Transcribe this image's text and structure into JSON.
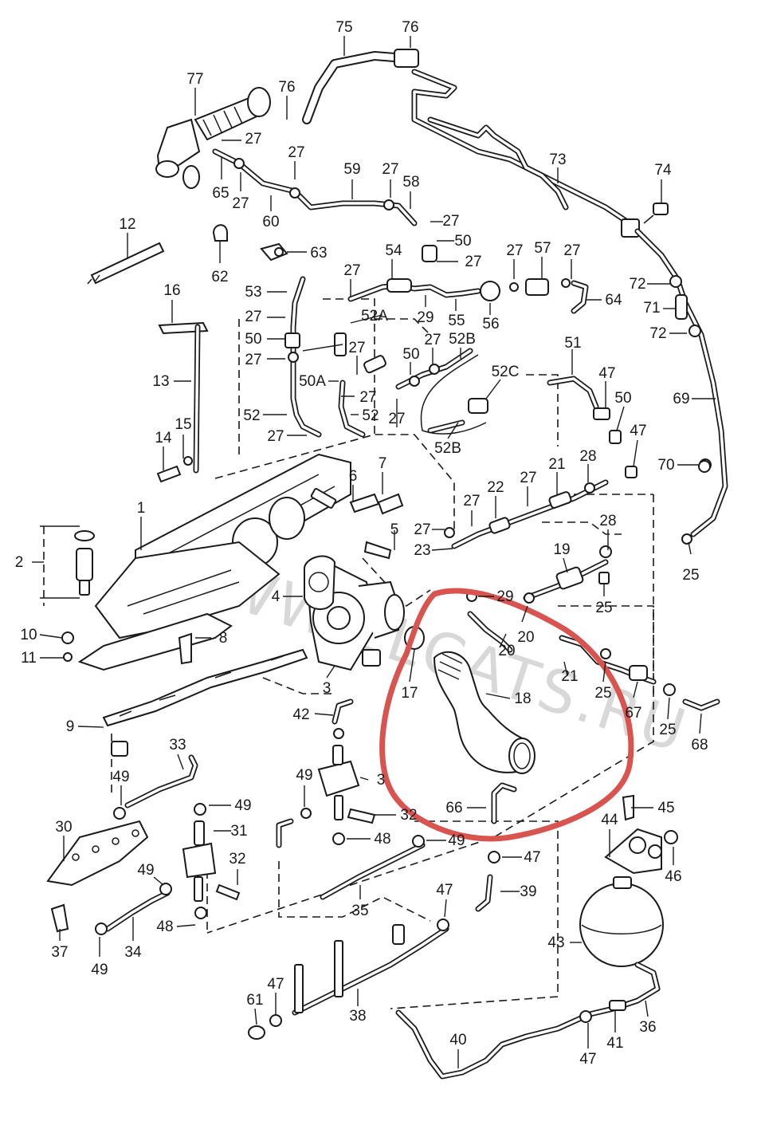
{
  "watermark": "WWW.ELCATS.RU",
  "highlight_color": "#d9534f",
  "callouts": [
    {
      "id": "c75",
      "text": "75"
    },
    {
      "id": "c76a",
      "text": "76"
    },
    {
      "id": "c77",
      "text": "77"
    },
    {
      "id": "c76b",
      "text": "76"
    },
    {
      "id": "c27a",
      "text": "27"
    },
    {
      "id": "c27b",
      "text": "27"
    },
    {
      "id": "c65",
      "text": "65"
    },
    {
      "id": "c27c",
      "text": "27"
    },
    {
      "id": "c59",
      "text": "59"
    },
    {
      "id": "c27d",
      "text": "27"
    },
    {
      "id": "c58",
      "text": "58"
    },
    {
      "id": "c60",
      "text": "60"
    },
    {
      "id": "c73",
      "text": "73"
    },
    {
      "id": "c74",
      "text": "74"
    },
    {
      "id": "c12",
      "text": "12"
    },
    {
      "id": "c62",
      "text": "62"
    },
    {
      "id": "c63",
      "text": "63"
    },
    {
      "id": "c27e",
      "text": "27"
    },
    {
      "id": "c50a",
      "text": "50"
    },
    {
      "id": "c27f",
      "text": "27"
    },
    {
      "id": "c27g",
      "text": "27"
    },
    {
      "id": "c54",
      "text": "54"
    },
    {
      "id": "c27h",
      "text": "27"
    },
    {
      "id": "c57",
      "text": "57"
    },
    {
      "id": "c27i",
      "text": "27"
    },
    {
      "id": "c53",
      "text": "53"
    },
    {
      "id": "c16",
      "text": "16"
    },
    {
      "id": "c64",
      "text": "64"
    },
    {
      "id": "c72a",
      "text": "72"
    },
    {
      "id": "c71",
      "text": "71"
    },
    {
      "id": "c72b",
      "text": "72"
    },
    {
      "id": "c52A",
      "text": "52A"
    },
    {
      "id": "c29a",
      "text": "29"
    },
    {
      "id": "c55",
      "text": "55"
    },
    {
      "id": "c56",
      "text": "56"
    },
    {
      "id": "c27j",
      "text": "27"
    },
    {
      "id": "c50b",
      "text": "50"
    },
    {
      "id": "c27k",
      "text": "27"
    },
    {
      "id": "c27l",
      "text": "27"
    },
    {
      "id": "c52Ba",
      "text": "52B"
    },
    {
      "id": "c50c",
      "text": "50"
    },
    {
      "id": "c27m",
      "text": "27"
    },
    {
      "id": "c51",
      "text": "51"
    },
    {
      "id": "c13",
      "text": "13"
    },
    {
      "id": "c50A",
      "text": "50A"
    },
    {
      "id": "c52Ca",
      "text": "52C"
    },
    {
      "id": "c47a",
      "text": "47"
    },
    {
      "id": "c69",
      "text": "69"
    },
    {
      "id": "c27n",
      "text": "27"
    },
    {
      "id": "c50d",
      "text": "50"
    },
    {
      "id": "c15",
      "text": "15"
    },
    {
      "id": "c52a",
      "text": "52"
    },
    {
      "id": "c52b",
      "text": "52"
    },
    {
      "id": "c27o",
      "text": "27"
    },
    {
      "id": "c27p",
      "text": "27"
    },
    {
      "id": "c47b",
      "text": "47"
    },
    {
      "id": "c14",
      "text": "14"
    },
    {
      "id": "c52Bb",
      "text": "52B"
    },
    {
      "id": "c70",
      "text": "70"
    },
    {
      "id": "c7",
      "text": "7"
    },
    {
      "id": "c6",
      "text": "6"
    },
    {
      "id": "c21a",
      "text": "21"
    },
    {
      "id": "c28a",
      "text": "28"
    },
    {
      "id": "c22",
      "text": "22"
    },
    {
      "id": "c27q",
      "text": "27"
    },
    {
      "id": "c27r",
      "text": "27"
    },
    {
      "id": "c1",
      "text": "1"
    },
    {
      "id": "c5",
      "text": "5"
    },
    {
      "id": "c27s",
      "text": "27"
    },
    {
      "id": "c28b",
      "text": "28"
    },
    {
      "id": "c23",
      "text": "23"
    },
    {
      "id": "c19",
      "text": "19"
    },
    {
      "id": "c25a",
      "text": "25"
    },
    {
      "id": "c2",
      "text": "2"
    },
    {
      "id": "c4",
      "text": "4"
    },
    {
      "id": "c29b",
      "text": "29"
    },
    {
      "id": "c25b",
      "text": "25"
    },
    {
      "id": "c10",
      "text": "10"
    },
    {
      "id": "c8",
      "text": "8"
    },
    {
      "id": "c20a",
      "text": "20"
    },
    {
      "id": "c20b",
      "text": "20"
    },
    {
      "id": "c11",
      "text": "11"
    },
    {
      "id": "c21b",
      "text": "21"
    },
    {
      "id": "c3",
      "text": "3"
    },
    {
      "id": "c17",
      "text": "17"
    },
    {
      "id": "c25c",
      "text": "25"
    },
    {
      "id": "c18",
      "text": "18"
    },
    {
      "id": "c67",
      "text": "67"
    },
    {
      "id": "c42",
      "text": "42"
    },
    {
      "id": "c25d",
      "text": "25"
    },
    {
      "id": "c9",
      "text": "9"
    },
    {
      "id": "c68",
      "text": "68"
    },
    {
      "id": "c33",
      "text": "33"
    },
    {
      "id": "c3b",
      "text": "3"
    },
    {
      "id": "c49a",
      "text": "49"
    },
    {
      "id": "c49b",
      "text": "49"
    },
    {
      "id": "c66",
      "text": "66"
    },
    {
      "id": "c45",
      "text": "45"
    },
    {
      "id": "c49c",
      "text": "49"
    },
    {
      "id": "c30",
      "text": "30"
    },
    {
      "id": "c32a",
      "text": "32"
    },
    {
      "id": "c44",
      "text": "44"
    },
    {
      "id": "c31",
      "text": "31"
    },
    {
      "id": "c48a",
      "text": "48"
    },
    {
      "id": "c49d",
      "text": "49"
    },
    {
      "id": "c32b",
      "text": "32"
    },
    {
      "id": "c47c",
      "text": "47"
    },
    {
      "id": "c46",
      "text": "46"
    },
    {
      "id": "c49e",
      "text": "49"
    },
    {
      "id": "c39",
      "text": "39"
    },
    {
      "id": "c47d",
      "text": "47"
    },
    {
      "id": "c35",
      "text": "35"
    },
    {
      "id": "c48b",
      "text": "48"
    },
    {
      "id": "c37",
      "text": "37"
    },
    {
      "id": "c34",
      "text": "34"
    },
    {
      "id": "c49f",
      "text": "49"
    },
    {
      "id": "c43",
      "text": "43"
    },
    {
      "id": "c47e",
      "text": "47"
    },
    {
      "id": "c38",
      "text": "38"
    },
    {
      "id": "c61",
      "text": "61"
    },
    {
      "id": "c36",
      "text": "36"
    },
    {
      "id": "c41",
      "text": "41"
    },
    {
      "id": "c40",
      "text": "40"
    },
    {
      "id": "c47f",
      "text": "47"
    }
  ]
}
